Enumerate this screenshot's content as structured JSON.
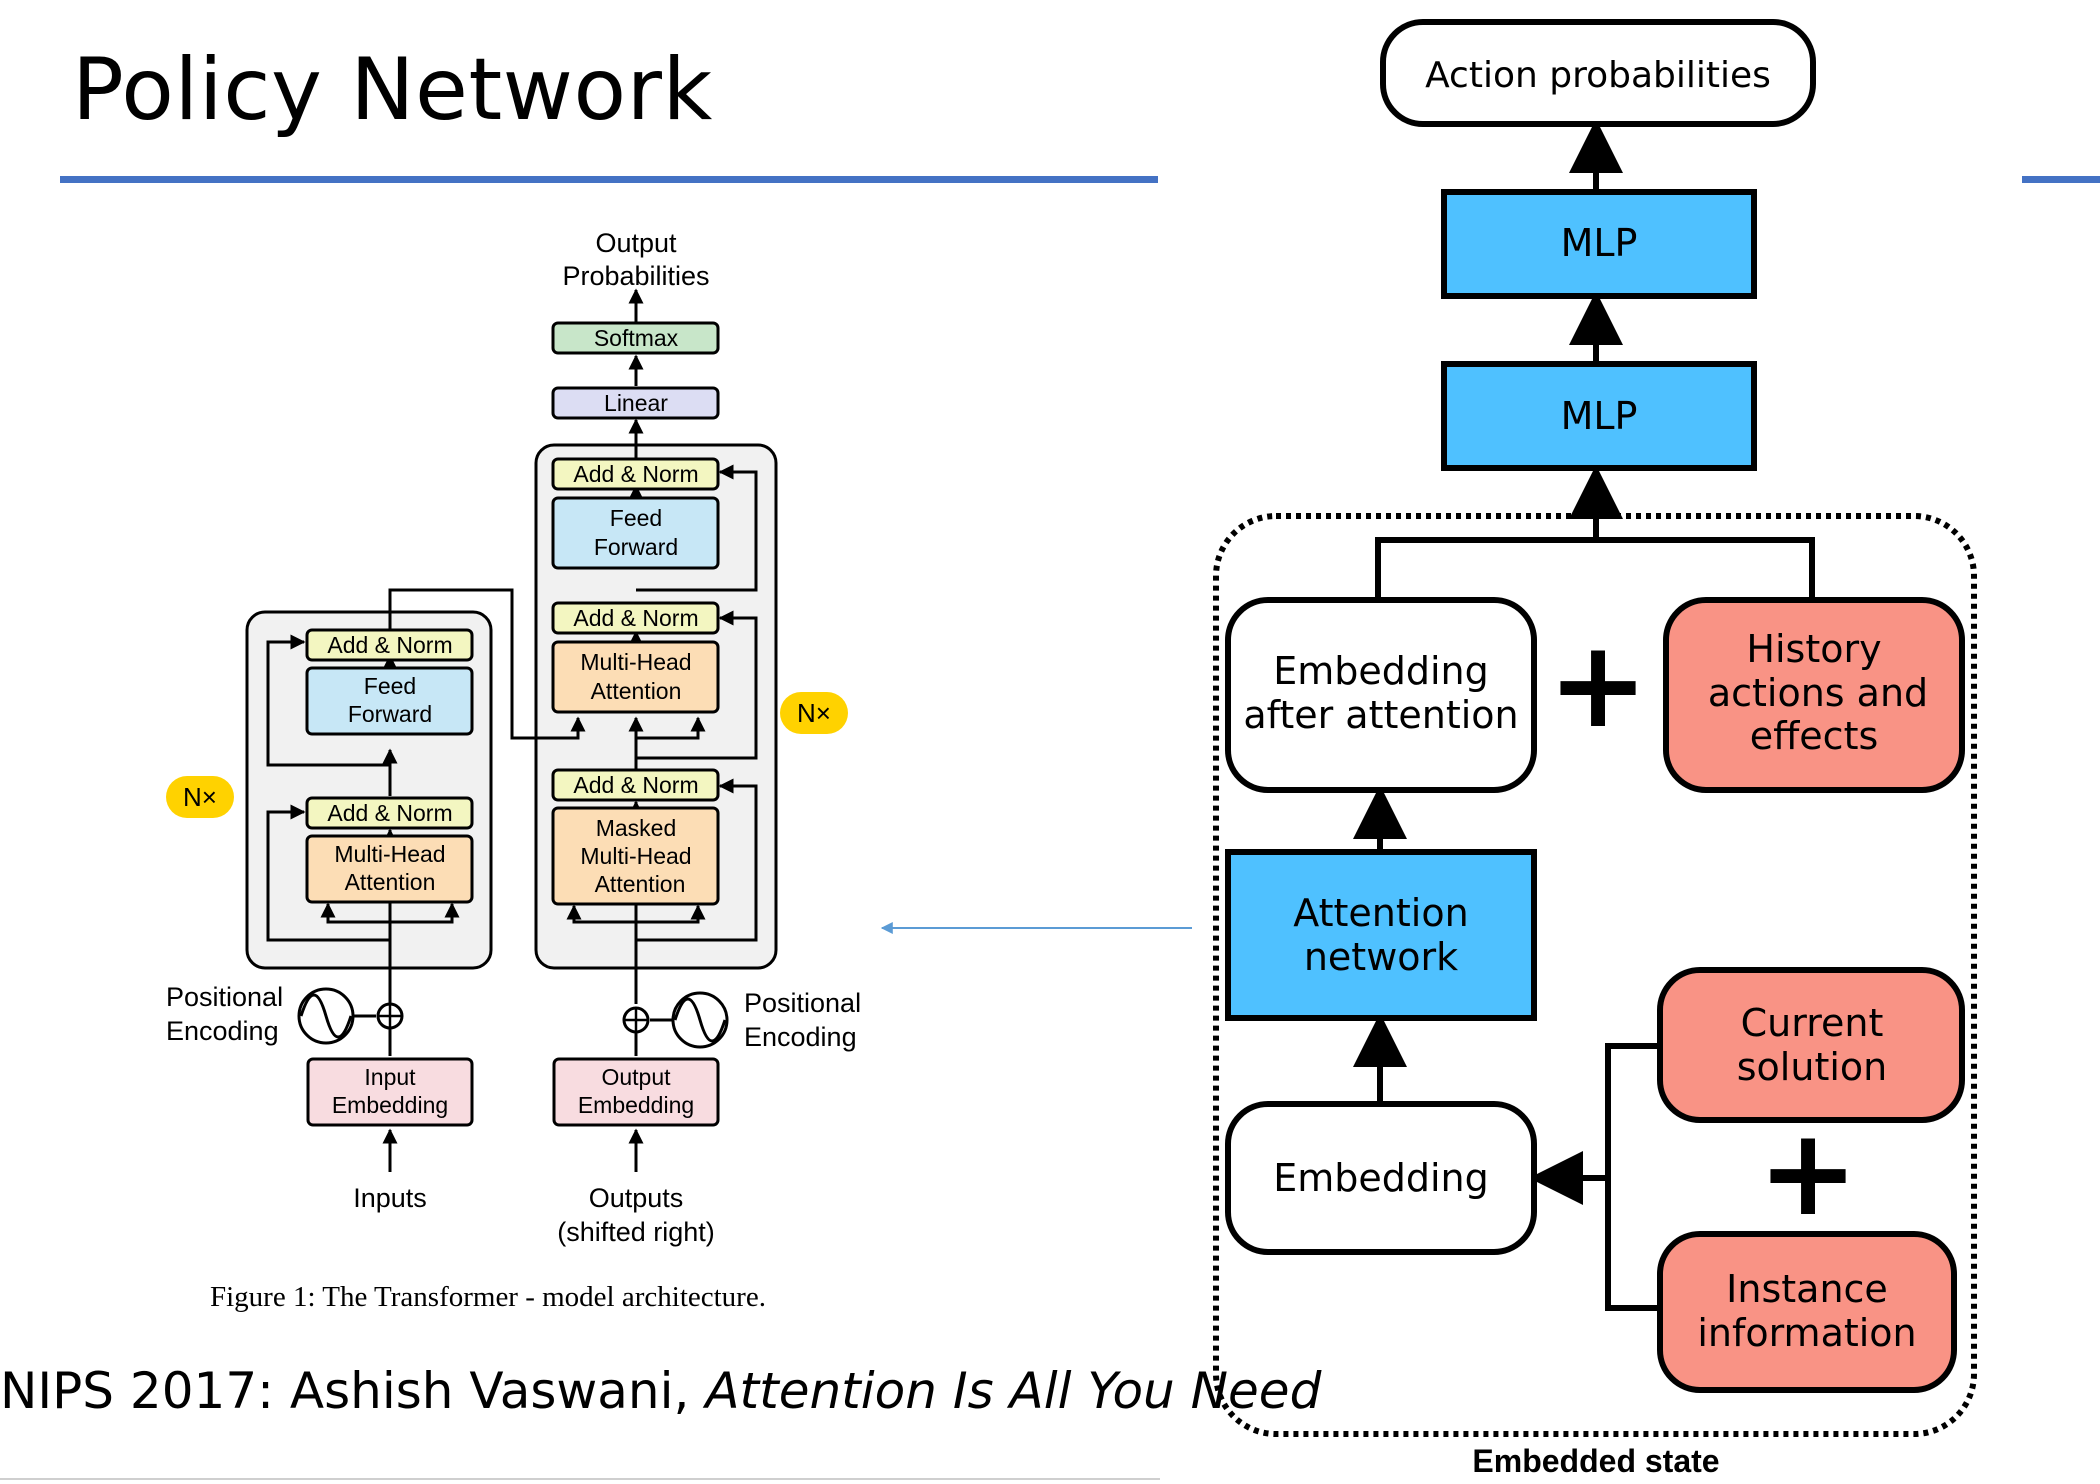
{
  "slide": {
    "title": "Policy Network",
    "citation_prefix": "NIPS 2017:  Ashish Vaswani, ",
    "citation_paper": "Attention Is All You Need"
  },
  "transformer": {
    "output_probabilities_1": "Output",
    "output_probabilities_2": "Probabilities",
    "softmax": "Softmax",
    "linear": "Linear",
    "add_norm": "Add & Norm",
    "feed_forward_1": "Feed",
    "feed_forward_2": "Forward",
    "multi_head_1": "Multi-Head",
    "multi_head_2": "Attention",
    "masked_1": "Masked",
    "masked_2": "Multi-Head",
    "masked_3": "Attention",
    "nx": "N×",
    "positional_1": "Positional",
    "positional_2": "Encoding",
    "input_embedding_1": "Input",
    "input_embedding_2": "Embedding",
    "output_embedding_1": "Output",
    "output_embedding_2": "Embedding",
    "inputs": "Inputs",
    "outputs_1": "Outputs",
    "outputs_2": "(shifted right)",
    "caption": "Figure 1: The Transformer - model architecture."
  },
  "policy": {
    "action_probabilities": "Action probabilities",
    "mlp": "MLP",
    "embedding_after_attention_1": "Embedding",
    "embedding_after_attention_2": "after attention",
    "history_1": "History",
    "history_2": "actions and",
    "history_3": "effects",
    "attention_network_1": "Attention",
    "attention_network_2": "network",
    "current_solution_1": "Current",
    "current_solution_2": "solution",
    "embedding": "Embedding",
    "instance_information_1": "Instance",
    "instance_information_2": "information",
    "plus": "+",
    "embedded_state": "Embedded state"
  },
  "colors": {
    "accent_rule": "#4472C4",
    "mlp_blue": "#4FC1FF",
    "salmon": "#F99385",
    "add_norm": "#F3F6C1",
    "feed_forward": "#C7E7F6",
    "attention": "#FCDDB5",
    "embedding_pink": "#F8DCE0",
    "linear": "#DCDDF3",
    "softmax": "#C8E6C9",
    "nx_badge": "#FFD200",
    "block_bg": "#F1F1F1",
    "connector": "#5B9BD5"
  }
}
